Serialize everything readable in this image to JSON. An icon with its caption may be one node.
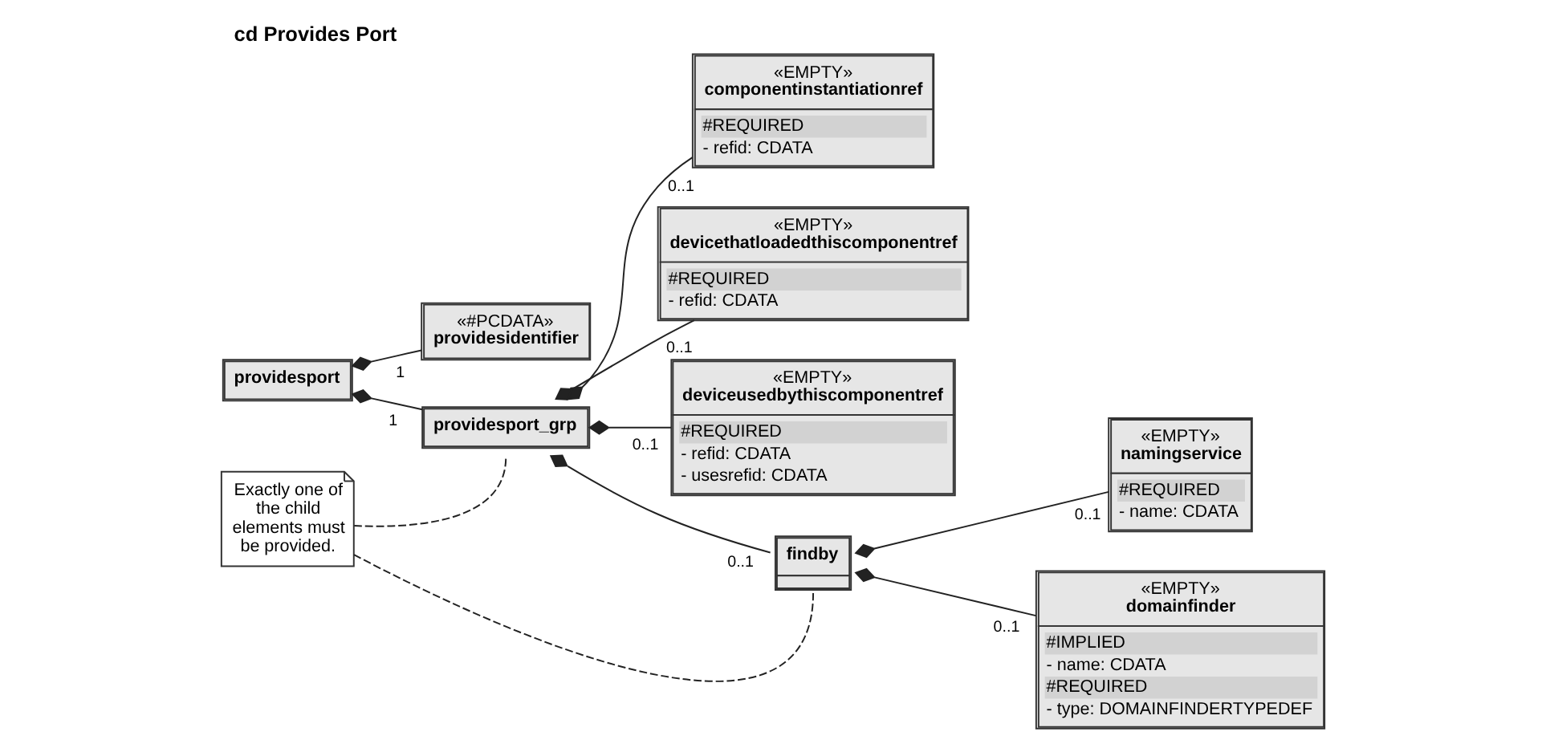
{
  "diagram": {
    "title": "cd Provides Port",
    "nodes": [
      {
        "text": [
          "providesport"
        ]
      },
      {
        "text": [
          "«#PCDATA»",
          "providesidentifier"
        ]
      },
      {
        "text": [
          "«EMPTY»",
          "componentinstantiationref",
          "#REQUIRED",
          "- refid: CDATA"
        ]
      },
      {
        "text": [
          "providesport_grp"
        ]
      },
      {
        "text": [
          "«EMPTY»",
          "devicethatloadedthiscomponentref",
          "#REQUIRED",
          "- refid: CDATA"
        ]
      },
      {
        "text": [
          "«EMPTY»",
          "deviceusedbythiscomponentref",
          "#REQUIRED",
          "- refid: CDATA",
          "- usesrefid: CDATA"
        ]
      },
      {
        "text": [
          "findby"
        ]
      },
      {
        "text": [
          "«EMPTY»",
          "namingservice",
          "#REQUIRED",
          "- name: CDATA"
        ]
      },
      {
        "text": [
          "Exactly one of the child elements must be provided."
        ]
      },
      {
        "text": [
          "«EMPTY»",
          "domainfinder",
          "#IMPLIED",
          "- name: CDATA",
          "#REQUIRED",
          "- type: DOMAINFINDERTYPEDEF"
        ]
      }
    ],
    "edges": [
      {
        "from": 0,
        "to": 1,
        "arrow": "other",
        "label": "1"
      },
      {
        "from": 0,
        "to": 3,
        "arrow": "other",
        "label": "1"
      },
      {
        "from": 3,
        "to": 2,
        "arrow": "other",
        "label": "0..1"
      },
      {
        "from": 3,
        "to": 4,
        "arrow": "other",
        "label": "0..1"
      },
      {
        "from": 3,
        "to": 5,
        "arrow": "other",
        "label": "0..1"
      },
      {
        "from": 3,
        "to": 6,
        "arrow": "other",
        "label": "0..1"
      },
      {
        "from": 6,
        "to": 7,
        "arrow": "other",
        "label": "0..1"
      },
      {
        "from": 6,
        "to": 9,
        "arrow": "other",
        "label": "0..1"
      },
      {
        "from": 8,
        "to": 3,
        "arrow": "none",
        "style": "dashed"
      },
      {
        "from": 8,
        "to": 6,
        "arrow": "none",
        "style": "dashed"
      }
    ]
  }
}
